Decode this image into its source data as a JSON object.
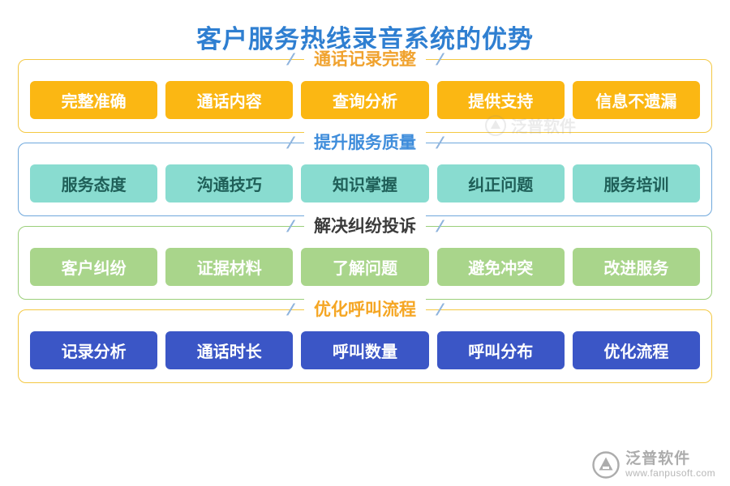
{
  "title": "客户服务热线录音系统的优势",
  "sections": [
    {
      "heading": "通话记录完整",
      "items": [
        "完整准确",
        "通话内容",
        "查询分析",
        "提供支持",
        "信息不遗漏"
      ]
    },
    {
      "heading": "提升服务质量",
      "items": [
        "服务态度",
        "沟通技巧",
        "知识掌握",
        "纠正问题",
        "服务培训"
      ]
    },
    {
      "heading": "解决纠纷投诉",
      "items": [
        "客户纠纷",
        "证据材料",
        "了解问题",
        "避免冲突",
        "改进服务"
      ]
    },
    {
      "heading": "优化呼叫流程",
      "items": [
        "记录分析",
        "通话时长",
        "呼叫数量",
        "呼叫分布",
        "优化流程"
      ]
    }
  ],
  "decor": {
    "slash": "/"
  },
  "watermarks": {
    "center_text": "泛普软件",
    "brand_name": "泛普软件",
    "brand_url": "www.fanpusoft.com"
  },
  "colors": {
    "title": "#2f7fd1",
    "section1_border": "#f4c842",
    "section1_chip": "#fbb713",
    "section2_border": "#6fa8dc",
    "section2_chip": "#89dcd0",
    "section3_border": "#9bcf7a",
    "section3_chip": "#a9d58b",
    "section4_border": "#f4c842",
    "section4_chip": "#3b56c6"
  }
}
